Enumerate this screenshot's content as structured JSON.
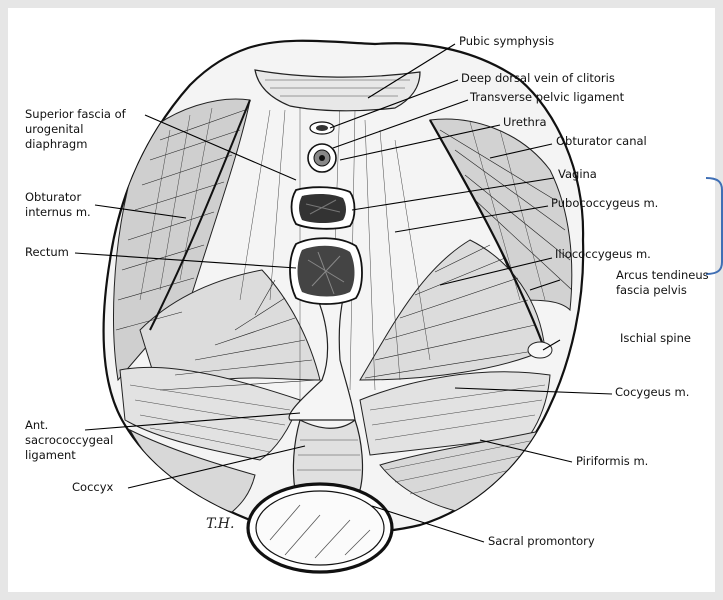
{
  "labels": {
    "pubic_symphysis": "Pubic symphysis",
    "deep_dorsal_vein": "Deep dorsal vein of clitoris",
    "transverse_pelvic_ligament": "Transverse pelvic ligament",
    "urethra": "Urethra",
    "obturator_canal": "Obturator canal",
    "vagina": "Vagina",
    "pubococcygeus": "Pubococcygeus m.",
    "iliococcygeus": "Iliococcygeus m.",
    "arcus_tendineus_1": "Arcus tendineus",
    "arcus_tendineus_2": "fascia pelvis",
    "ischial_spine": "Ischial spine",
    "cocygeus": "Cocygeus m.",
    "piriformis": "Piriformis m.",
    "sacral_promontory": "Sacral promontory",
    "superior_fascia_1": "Superior fascia of",
    "superior_fascia_2": "urogenital",
    "superior_fascia_3": "diaphragm",
    "obturator_internus_1": "Obturator",
    "obturator_internus_2": "internus m.",
    "rectum": "Rectum",
    "ant_sacro_1": "Ant.",
    "ant_sacro_2": "sacrococcygeal",
    "ant_sacro_3": "ligament",
    "coccyx": "Coccyx",
    "artist_signature": "T.H."
  },
  "colors": {
    "bracket": "#3f6fb5",
    "background": "#e6e6e6",
    "panel": "#ffffff"
  }
}
